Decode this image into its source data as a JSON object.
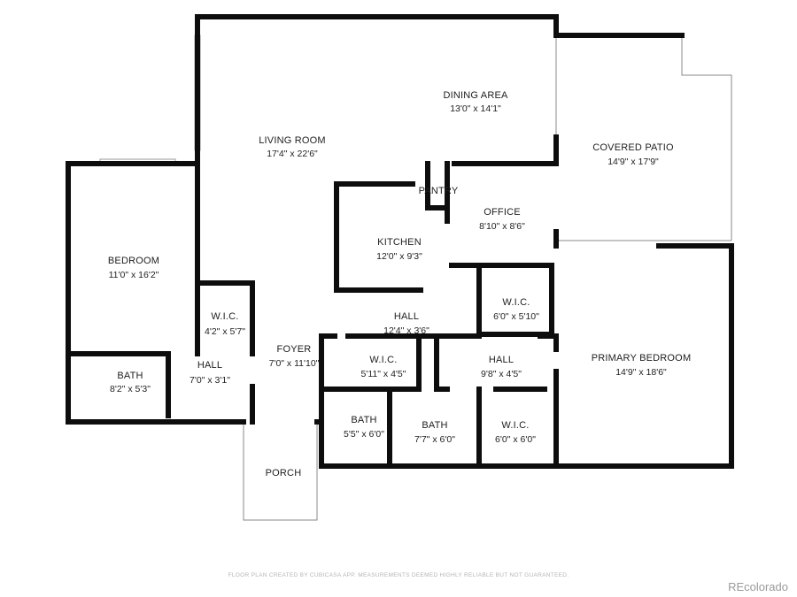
{
  "rooms": [
    {
      "id": "living-room",
      "name": "LIVING ROOM",
      "dims": "17'4\" x 22'6\""
    },
    {
      "id": "dining-area",
      "name": "DINING AREA",
      "dims": "13'0\" x 14'1\""
    },
    {
      "id": "covered-patio",
      "name": "COVERED PATIO",
      "dims": "14'9\" x 17'9\""
    },
    {
      "id": "pantry",
      "name": "PANTRY",
      "dims": ""
    },
    {
      "id": "office",
      "name": "OFFICE",
      "dims": "8'10\" x 8'6\""
    },
    {
      "id": "kitchen",
      "name": "KITCHEN",
      "dims": "12'0\" x 9'3\""
    },
    {
      "id": "bedroom",
      "name": "BEDROOM",
      "dims": "11'0\" x 16'2\""
    },
    {
      "id": "wic-1",
      "name": "W.I.C.",
      "dims": "4'2\" x 5'7\""
    },
    {
      "id": "wic-2",
      "name": "W.I.C.",
      "dims": "6'0\" x 5'10\""
    },
    {
      "id": "hall-1",
      "name": "HALL",
      "dims": "12'4\" x 3'6\""
    },
    {
      "id": "foyer",
      "name": "FOYER",
      "dims": "7'0\" x 11'10\""
    },
    {
      "id": "wic-3",
      "name": "W.I.C.",
      "dims": "5'11\" x 4'5\""
    },
    {
      "id": "hall-2",
      "name": "HALL",
      "dims": "9'8\" x 4'5\""
    },
    {
      "id": "primary-bedroom",
      "name": "PRIMARY BEDROOM",
      "dims": "14'9\" x 18'6\""
    },
    {
      "id": "bath-1",
      "name": "BATH",
      "dims": "8'2\" x 5'3\""
    },
    {
      "id": "hall-3",
      "name": "HALL",
      "dims": "7'0\" x 3'1\""
    },
    {
      "id": "bath-2",
      "name": "BATH",
      "dims": "5'5\" x 6'0\""
    },
    {
      "id": "bath-3",
      "name": "BATH",
      "dims": "7'7\" x 6'0\""
    },
    {
      "id": "wic-4",
      "name": "W.I.C.",
      "dims": "6'0\" x 6'0\""
    },
    {
      "id": "porch",
      "name": "PORCH",
      "dims": ""
    }
  ],
  "footer": {
    "disclaimer": "FLOOR PLAN CREATED BY CUBICASA APP. MEASUREMENTS DEEMED HIGHLY RELIABLE BUT NOT GUARANTEED.",
    "brand": "REcolorado"
  }
}
